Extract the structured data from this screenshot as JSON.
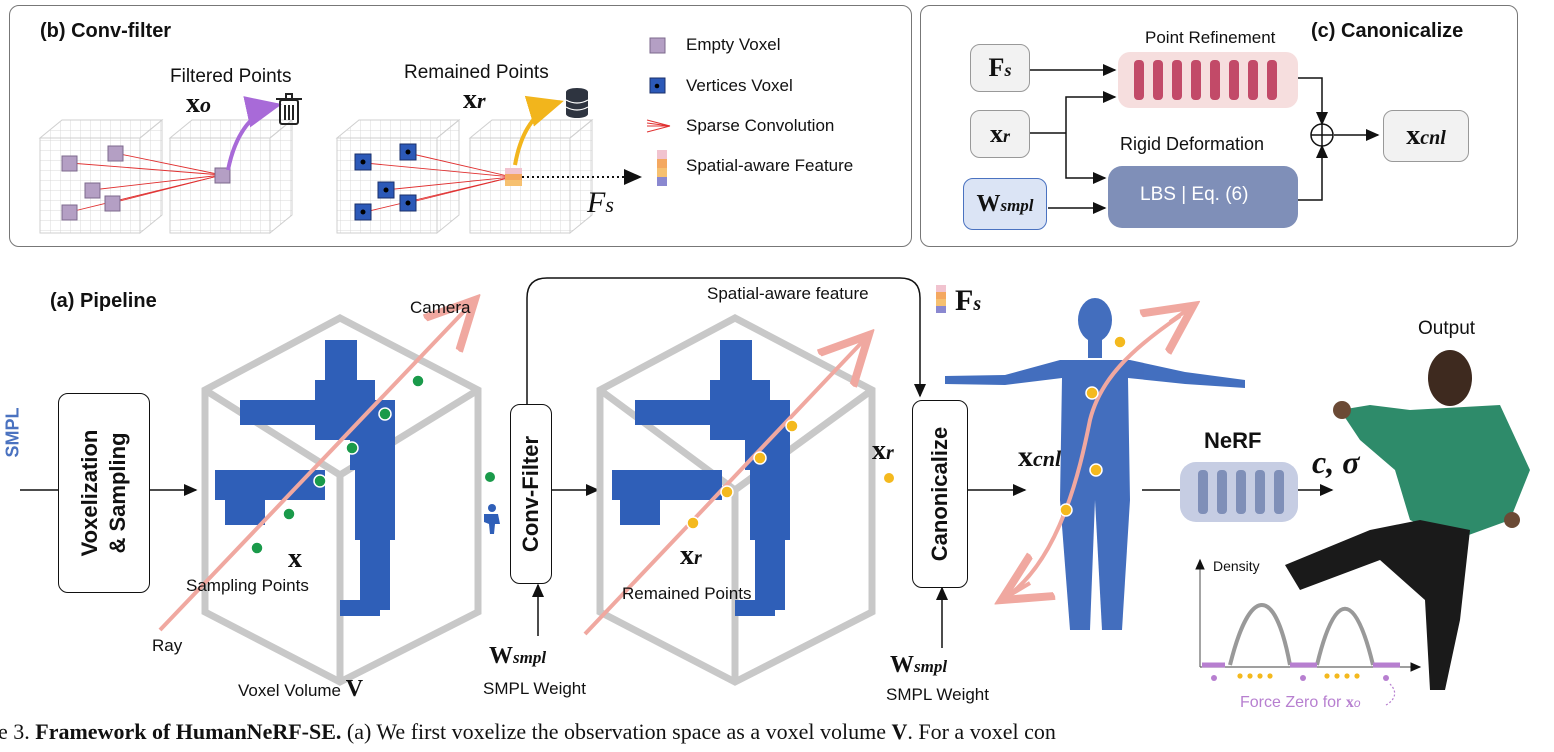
{
  "panel_b": {
    "title": "(b) Conv-filter",
    "filtered_points": "Filtered Points",
    "remained_points": "Remained Points",
    "x_o": "x",
    "x_o_sub": "o",
    "x_r": "x",
    "x_r_sub": "r",
    "fs": "F",
    "fs_sub": "s",
    "legend": {
      "empty_voxel": "Empty Voxel",
      "vertices_voxel": "Vertices Voxel",
      "sparse_conv": "Sparse Convolution",
      "spatial_feature": "Spatial-aware Feature"
    }
  },
  "panel_c": {
    "title": "(c) Canonicalize",
    "point_refinement": "Point Refinement",
    "rigid_deformation": "Rigid Deformation",
    "lbs": "LBS | Eq. (6)",
    "fs": "F",
    "fs_sub": "s",
    "xr": "x",
    "xr_sub": "r",
    "w": "W",
    "w_sub": "smpl",
    "xcnl": "x",
    "xcnl_sub": "cnl"
  },
  "panel_a": {
    "title": "(a) Pipeline",
    "smpl": "SMPL",
    "voxelization": "Voxelization",
    "sampling": "& Sampling",
    "camera": "Camera",
    "x": "x",
    "sampling_points": "Sampling Points",
    "ray": "Ray",
    "voxel_volume": "Voxel Volume",
    "v": "V",
    "conv_filter": "Conv-Filter",
    "w1": "W",
    "w1_sub": "smpl",
    "smpl_weight1": "SMPL Weight",
    "spatial_feature": "Spatial-aware feature",
    "fs": "F",
    "fs_sub": "s",
    "xr2": "x",
    "xr2_sub": "r",
    "remained_points": "Remained Points",
    "xr": "x",
    "xr_sub": "r",
    "canonicalize": "Canonicalize",
    "w2": "W",
    "w2_sub": "smpl",
    "smpl_weight2": "SMPL Weight",
    "xcnl": "x",
    "xcnl_sub": "cnl",
    "nerf": "NeRF",
    "c_sigma": "c, σ",
    "output": "Output",
    "density": "Density",
    "force_zero": "Force Zero for",
    "force_x": "x",
    "force_sub": "o"
  },
  "caption": {
    "prefix": "e 3.",
    "title": "Framework of HumanNeRF-SE.",
    "text": "(a) We first voxelize the observation space as a voxel volume",
    "v": "V",
    "tail": ". For a voxel con"
  },
  "colors": {
    "purple_voxel": "#b49fc4",
    "blue_voxel": "#2c59b8",
    "ray": "#f0a8a0",
    "green_dot": "#1a9a4a",
    "yellow_dot": "#f4b91e",
    "refine_fill": "#f6dede",
    "refine_bars": "#c24a68",
    "lbs_fill": "#7f8fb8",
    "nerf_fill": "#c6cde3",
    "nerf_bars": "#7f8fb8",
    "smpl_label": "#4a72c0",
    "force_zero": "#b77fd0"
  }
}
